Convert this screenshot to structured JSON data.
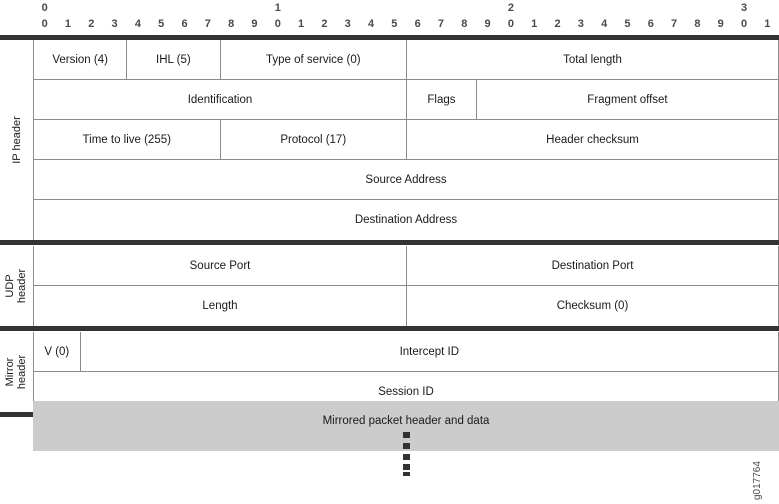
{
  "figure": {
    "id": "g017764",
    "ruler": {
      "decades": [
        "0",
        "1",
        "2",
        "3"
      ],
      "units": [
        "0",
        "1",
        "2",
        "3",
        "4",
        "5",
        "6",
        "7",
        "8",
        "9",
        "0",
        "1",
        "2",
        "3",
        "4",
        "5",
        "6",
        "7",
        "8",
        "9",
        "0",
        "1",
        "2",
        "3",
        "4",
        "5",
        "6",
        "7",
        "8",
        "9",
        "0",
        "1"
      ]
    },
    "colors": {
      "band": "#cccccc",
      "bar": "#333333",
      "grid": "#8c8c8c",
      "text": "#1a1a1a"
    },
    "sections": [
      {
        "label": "IP header",
        "rows": [
          {
            "cells": [
              {
                "text": "Version (4)",
                "bits": 4
              },
              {
                "text": "IHL (5)",
                "bits": 4
              },
              {
                "text": "Type of service (0)",
                "bits": 8
              },
              {
                "text": "Total length",
                "bits": 16
              }
            ]
          },
          {
            "cells": [
              {
                "text": "Identification",
                "bits": 16
              },
              {
                "text": "Flags",
                "bits": 3
              },
              {
                "text": "Fragment offset",
                "bits": 13
              }
            ]
          },
          {
            "cells": [
              {
                "text": "Time to live (255)",
                "bits": 8
              },
              {
                "text": "Protocol (17)",
                "bits": 8
              },
              {
                "text": "Header checksum",
                "bits": 16
              }
            ]
          },
          {
            "cells": [
              {
                "text": "Source Address",
                "bits": 32
              }
            ]
          },
          {
            "cells": [
              {
                "text": "Destination Address",
                "bits": 32
              }
            ]
          }
        ]
      },
      {
        "label": "UDP header",
        "rows": [
          {
            "cells": [
              {
                "text": "Source Port",
                "bits": 16
              },
              {
                "text": "Destination Port",
                "bits": 16
              }
            ]
          },
          {
            "cells": [
              {
                "text": "Length",
                "bits": 16
              },
              {
                "text": "Checksum (0)",
                "bits": 16
              }
            ]
          }
        ]
      },
      {
        "label": "Mirror header",
        "rows": [
          {
            "cells": [
              {
                "text": "V (0)",
                "bits": 2
              },
              {
                "text": "Intercept ID",
                "bits": 30
              }
            ]
          },
          {
            "cells": [
              {
                "text": "Session ID",
                "bits": 32
              }
            ]
          }
        ]
      }
    ],
    "payload": {
      "label": "Mirrored packet header and data"
    }
  }
}
